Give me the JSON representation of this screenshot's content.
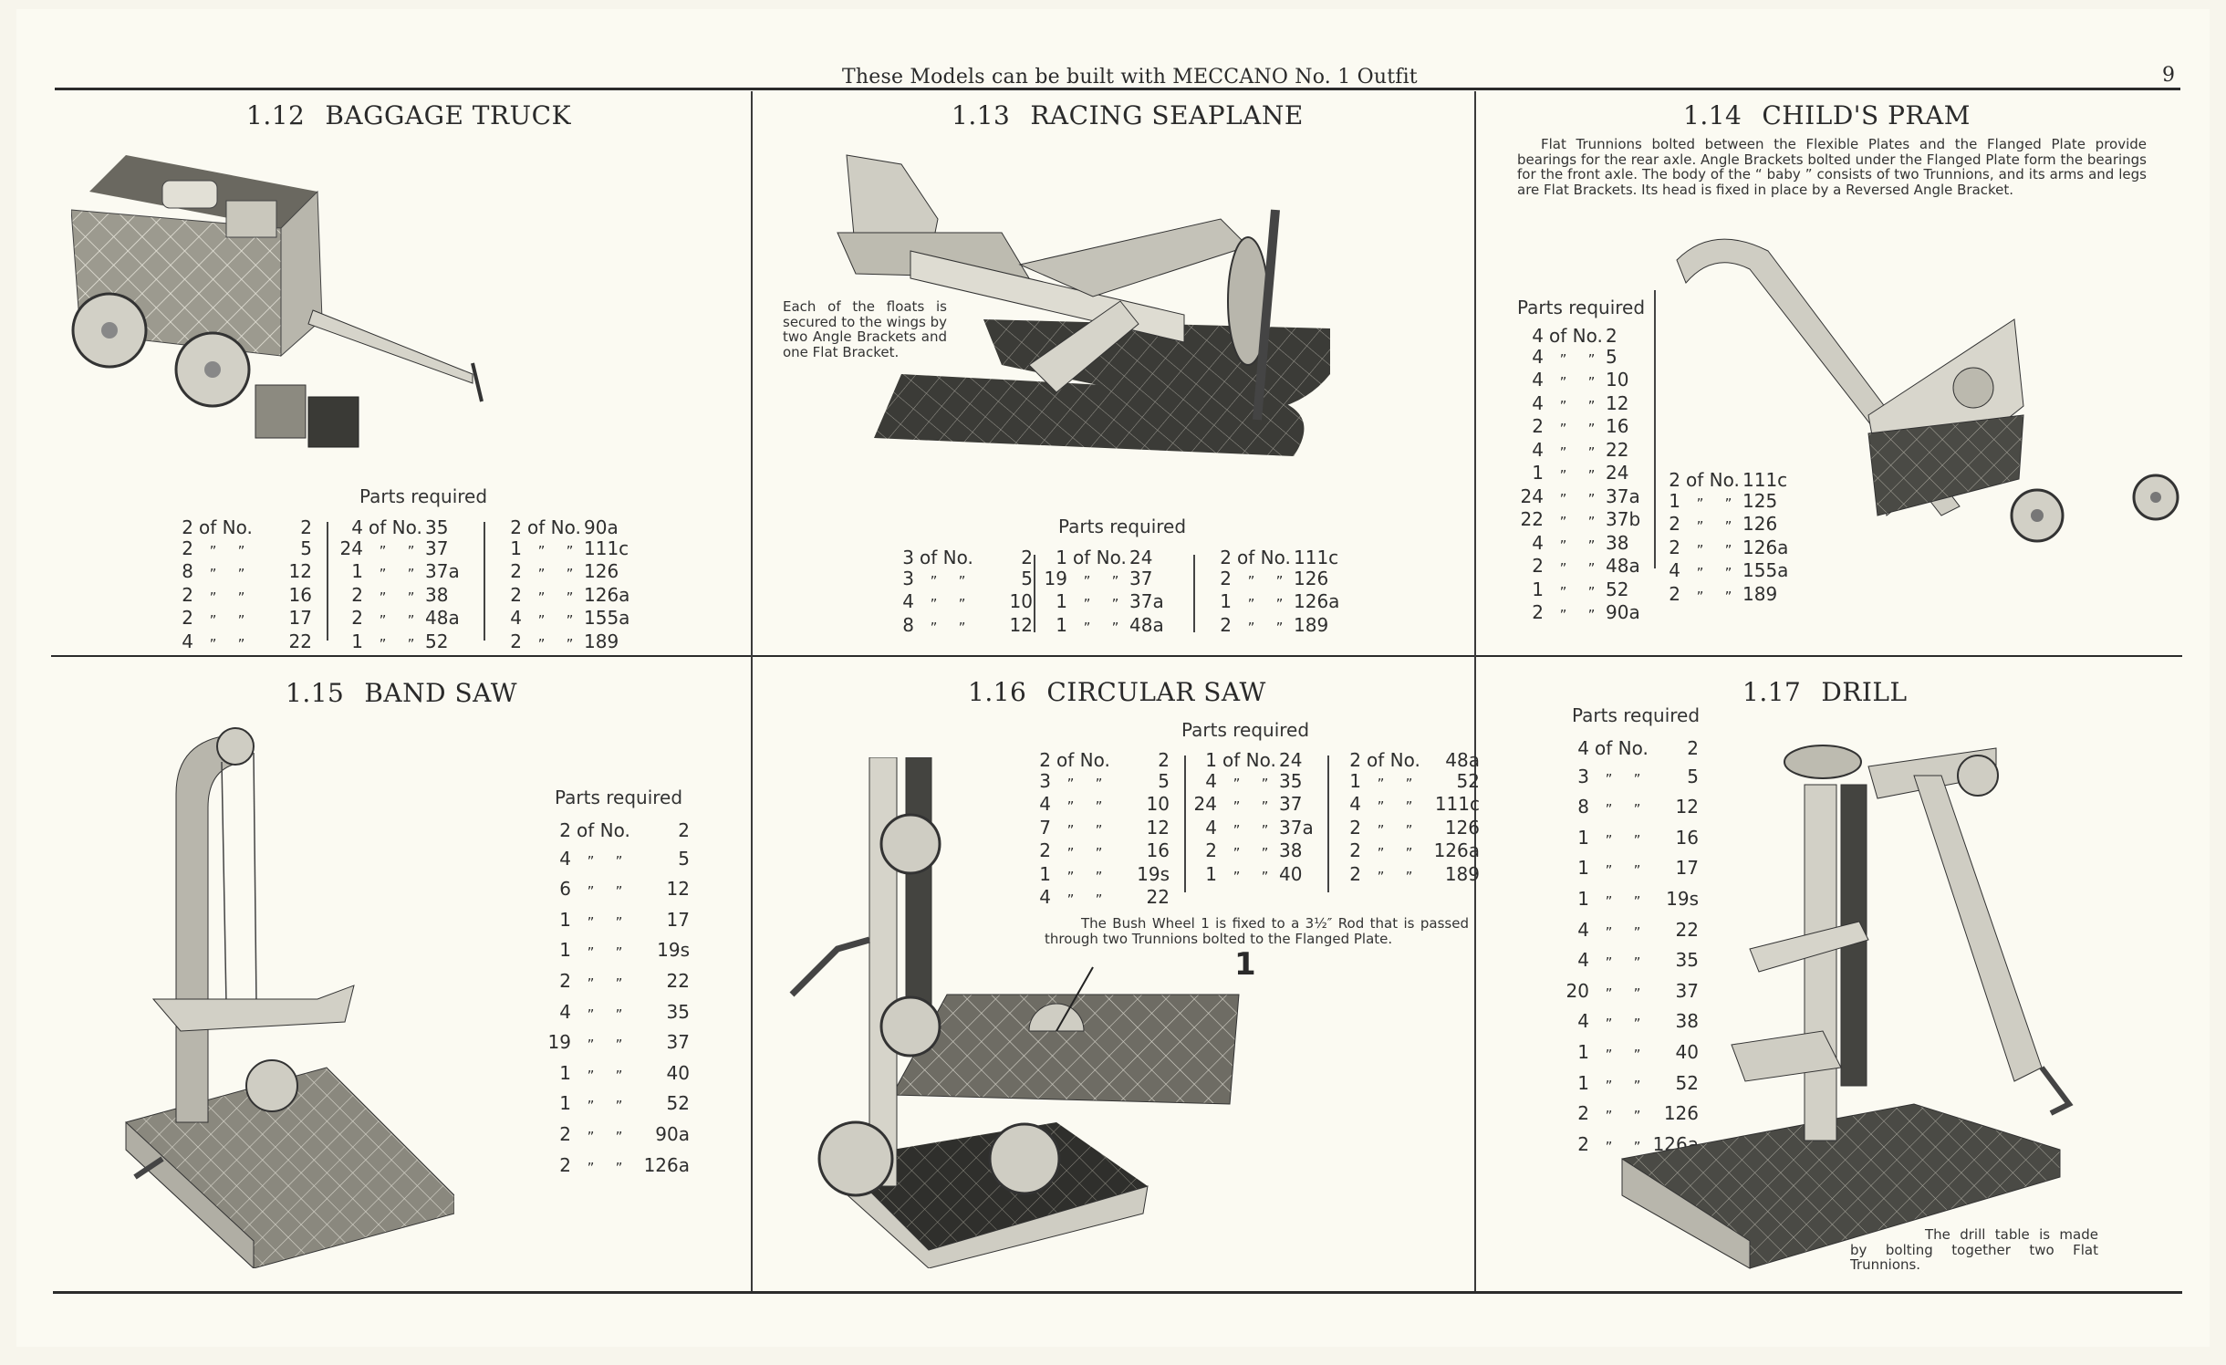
{
  "header": {
    "title": "These Models can be built with MECCANO No. 1 Outfit",
    "page_number": "9"
  },
  "models": [
    {
      "id": "1.12",
      "name": "BAGGAGE TRUCK",
      "parts_label": "Parts required",
      "parts_columns": [
        [
          [
            "2",
            "2"
          ],
          [
            "2",
            "5"
          ],
          [
            "8",
            "12"
          ],
          [
            "2",
            "16"
          ],
          [
            "2",
            "17"
          ],
          [
            "4",
            "22"
          ]
        ],
        [
          [
            "4",
            "35"
          ],
          [
            "24",
            "37"
          ],
          [
            "1",
            "37a"
          ],
          [
            "2",
            "38"
          ],
          [
            "2",
            "48a"
          ],
          [
            "1",
            "52"
          ]
        ],
        [
          [
            "2",
            "90a"
          ],
          [
            "1",
            "111c"
          ],
          [
            "2",
            "126"
          ],
          [
            "2",
            "126a"
          ],
          [
            "4",
            "155a"
          ],
          [
            "2",
            "189"
          ]
        ]
      ]
    },
    {
      "id": "1.13",
      "name": "RACING SEAPLANE",
      "note": "Each of the floats is secured to the wings by two Angle Brackets and one Flat Bracket.",
      "parts_label": "Parts required",
      "parts_columns": [
        [
          [
            "3",
            "2"
          ],
          [
            "3",
            "5"
          ],
          [
            "4",
            "10"
          ],
          [
            "8",
            "12"
          ]
        ],
        [
          [
            "1",
            "24"
          ],
          [
            "19",
            "37"
          ],
          [
            "1",
            "37a"
          ],
          [
            "1",
            "48a"
          ]
        ],
        [
          [
            "2",
            "111c"
          ],
          [
            "2",
            "126"
          ],
          [
            "1",
            "126a"
          ],
          [
            "2",
            "189"
          ]
        ]
      ]
    },
    {
      "id": "1.14",
      "name": "CHILD'S PRAM",
      "note": "Flat Trunnions bolted between the Flexible Plates and the Flanged Plate provide bearings for the rear axle. Angle Brackets bolted under the Flanged Plate form the bearings for the front axle. The body of the “ baby ” consists of two Trunnions, and its arms and legs are Flat Brackets. Its head is fixed in place by a Reversed Angle Bracket.",
      "parts_label": "Parts required",
      "parts_columns": [
        [
          [
            "4",
            "2"
          ],
          [
            "4",
            "5"
          ],
          [
            "4",
            "10"
          ],
          [
            "4",
            "12"
          ],
          [
            "2",
            "16"
          ],
          [
            "4",
            "22"
          ],
          [
            "1",
            "24"
          ],
          [
            "24",
            "37a"
          ],
          [
            "22",
            "37b"
          ],
          [
            "4",
            "38"
          ],
          [
            "2",
            "48a"
          ],
          [
            "1",
            "52"
          ],
          [
            "2",
            "90a"
          ]
        ],
        [
          [
            "2",
            "111c"
          ],
          [
            "1",
            "125"
          ],
          [
            "2",
            "126"
          ],
          [
            "2",
            "126a"
          ],
          [
            "4",
            "155a"
          ],
          [
            "2",
            "189"
          ]
        ]
      ]
    },
    {
      "id": "1.15",
      "name": "BAND SAW",
      "parts_label": "Parts required",
      "parts_columns": [
        [
          [
            "2",
            "2"
          ],
          [
            "4",
            "5"
          ],
          [
            "6",
            "12"
          ],
          [
            "1",
            "17"
          ],
          [
            "1",
            "19s"
          ],
          [
            "2",
            "22"
          ],
          [
            "4",
            "35"
          ],
          [
            "19",
            "37"
          ],
          [
            "1",
            "40"
          ],
          [
            "1",
            "52"
          ],
          [
            "2",
            "90a"
          ],
          [
            "2",
            "126a"
          ]
        ]
      ]
    },
    {
      "id": "1.16",
      "name": "CIRCULAR SAW",
      "note": "The Bush Wheel 1 is fixed to a 3½″ Rod that is passed through two Trunnions bolted to the Flanged Plate.",
      "callout": "1",
      "parts_label": "Parts required",
      "parts_columns": [
        [
          [
            "2",
            "2"
          ],
          [
            "3",
            "5"
          ],
          [
            "4",
            "10"
          ],
          [
            "7",
            "12"
          ],
          [
            "2",
            "16"
          ],
          [
            "1",
            "19s"
          ],
          [
            "4",
            "22"
          ]
        ],
        [
          [
            "1",
            "24"
          ],
          [
            "4",
            "35"
          ],
          [
            "24",
            "37"
          ],
          [
            "4",
            "37a"
          ],
          [
            "2",
            "38"
          ],
          [
            "1",
            "40"
          ]
        ],
        [
          [
            "2",
            "48a"
          ],
          [
            "1",
            "52"
          ],
          [
            "4",
            "111c"
          ],
          [
            "2",
            "126"
          ],
          [
            "2",
            "126a"
          ],
          [
            "2",
            "189"
          ]
        ]
      ]
    },
    {
      "id": "1.17",
      "name": "DRILL",
      "note": "The drill table is made by bolting together two Flat Trunnions.",
      "parts_label": "Parts required",
      "parts_columns": [
        [
          [
            "4",
            "2"
          ],
          [
            "3",
            "5"
          ],
          [
            "8",
            "12"
          ],
          [
            "1",
            "16"
          ],
          [
            "1",
            "17"
          ],
          [
            "1",
            "19s"
          ],
          [
            "4",
            "22"
          ],
          [
            "4",
            "35"
          ],
          [
            "20",
            "37"
          ],
          [
            "4",
            "38"
          ],
          [
            "1",
            "40"
          ],
          [
            "1",
            "52"
          ],
          [
            "2",
            "126"
          ],
          [
            "2",
            "126a"
          ]
        ]
      ]
    }
  ],
  "labels": {
    "of_no": "of No.",
    "ditto": "”"
  },
  "colors": {
    "paper": "#fbfaf2",
    "ink": "#2a2a2a",
    "metal_light": "#d8d6cc",
    "metal_dark": "#5a5a55"
  }
}
